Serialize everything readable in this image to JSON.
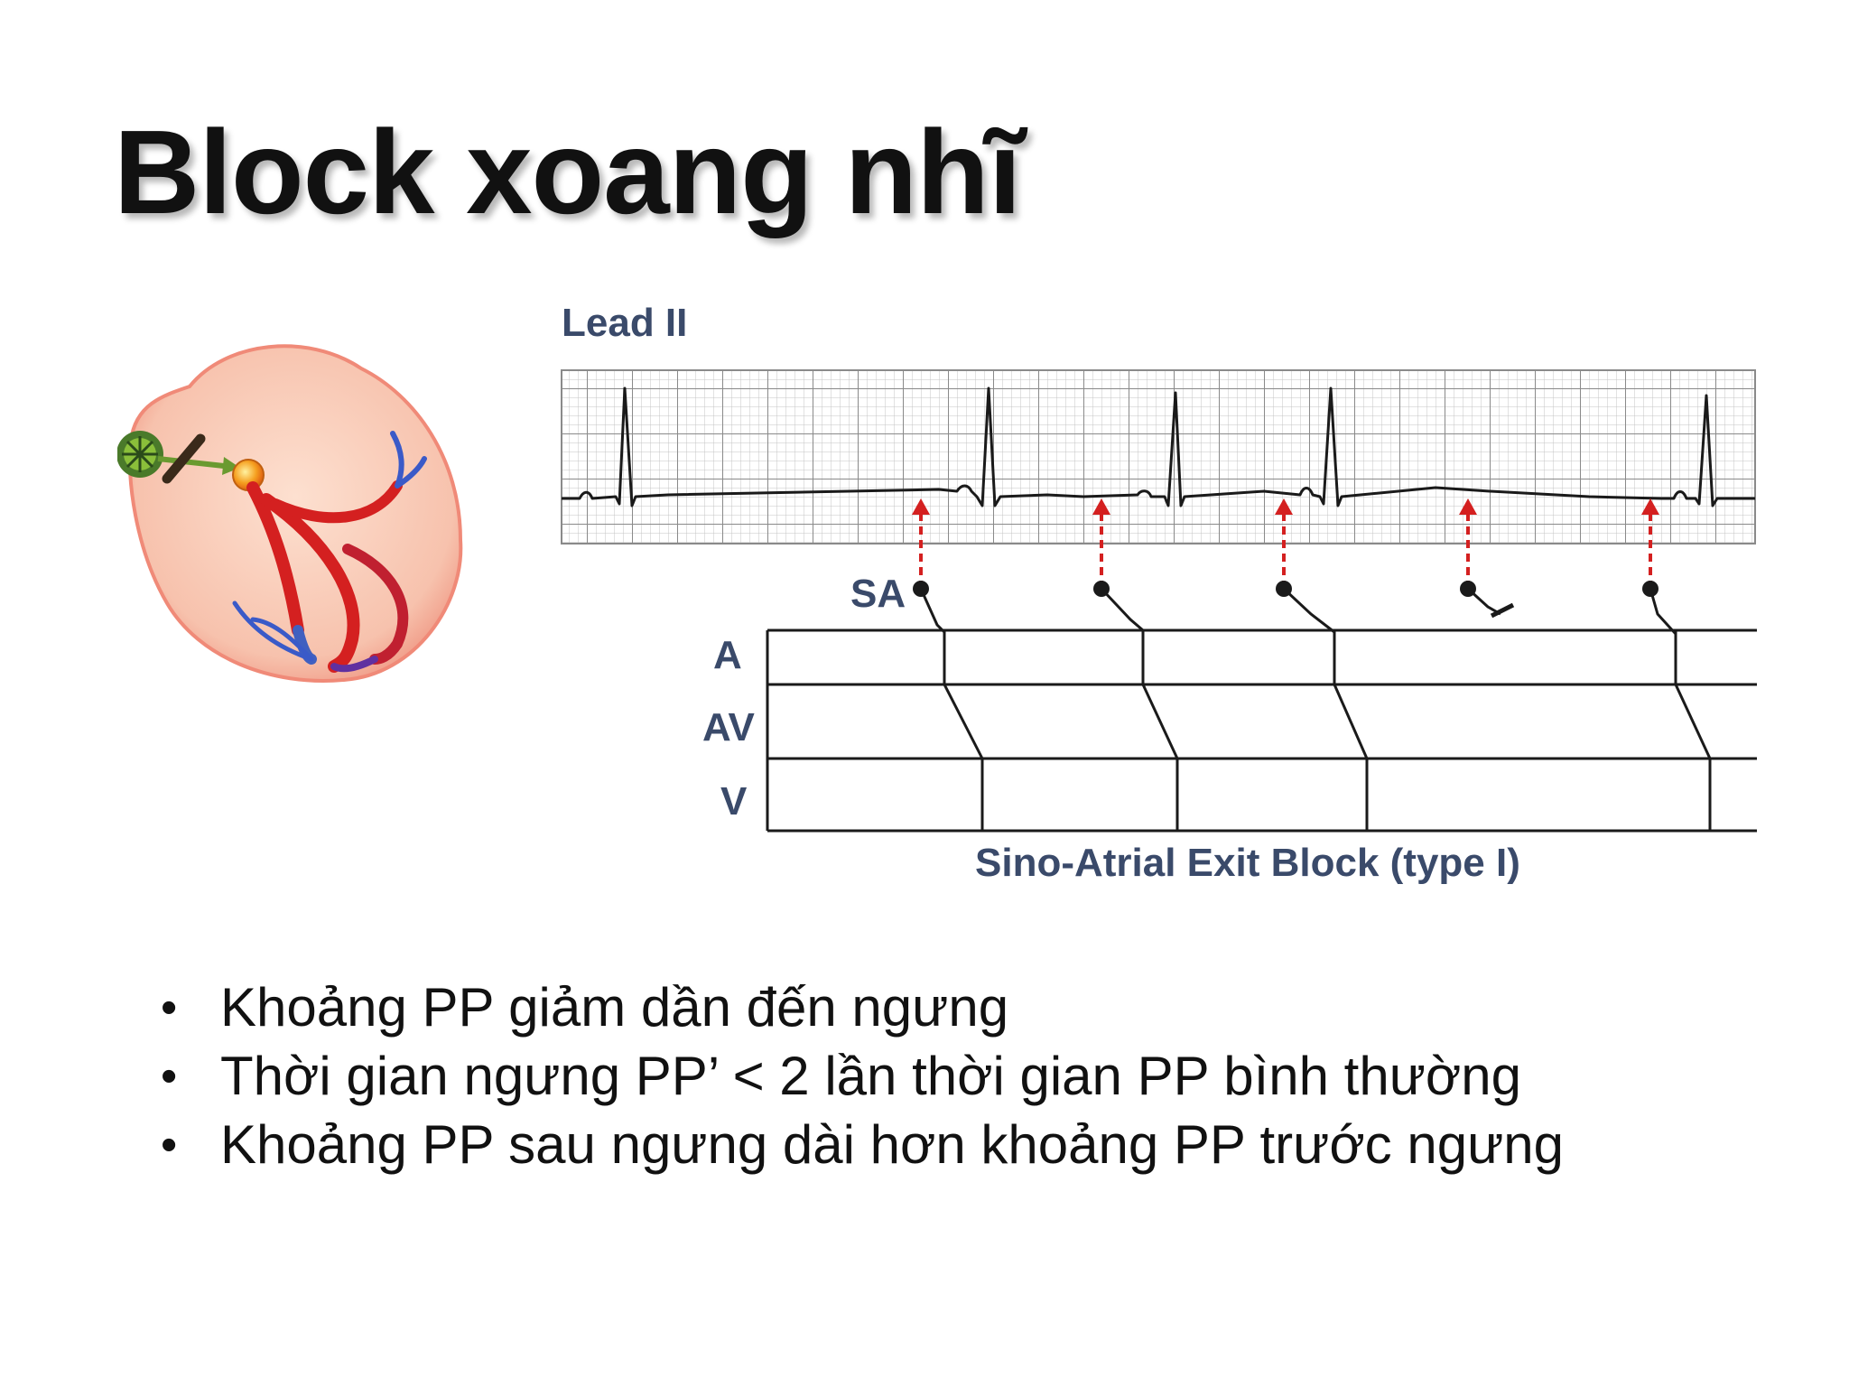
{
  "slide": {
    "title": "Block xoang nhĩ"
  },
  "diagram": {
    "lead_label": "Lead II",
    "sa_label": "SA",
    "row_labels": [
      "A",
      "AV",
      "V"
    ],
    "caption": "Sino-Atrial Exit Block (type I)",
    "colors": {
      "arrow": "#d42020",
      "grid_minor": "#bdbdbd",
      "grid_major": "#8a8a8a",
      "label": "#3a4a6a",
      "trace": "#1a1a1a"
    },
    "icons": [
      "heart-conduction-icon",
      "sa-block-bar-icon"
    ]
  },
  "bullets": [
    "Khoảng PP giảm dần đến ngưng",
    "Thời gian ngưng PP’ < 2 lần thời gian PP bình thường",
    "Khoảng PP sau ngưng dài hơn khoảng PP trước ngưng"
  ]
}
